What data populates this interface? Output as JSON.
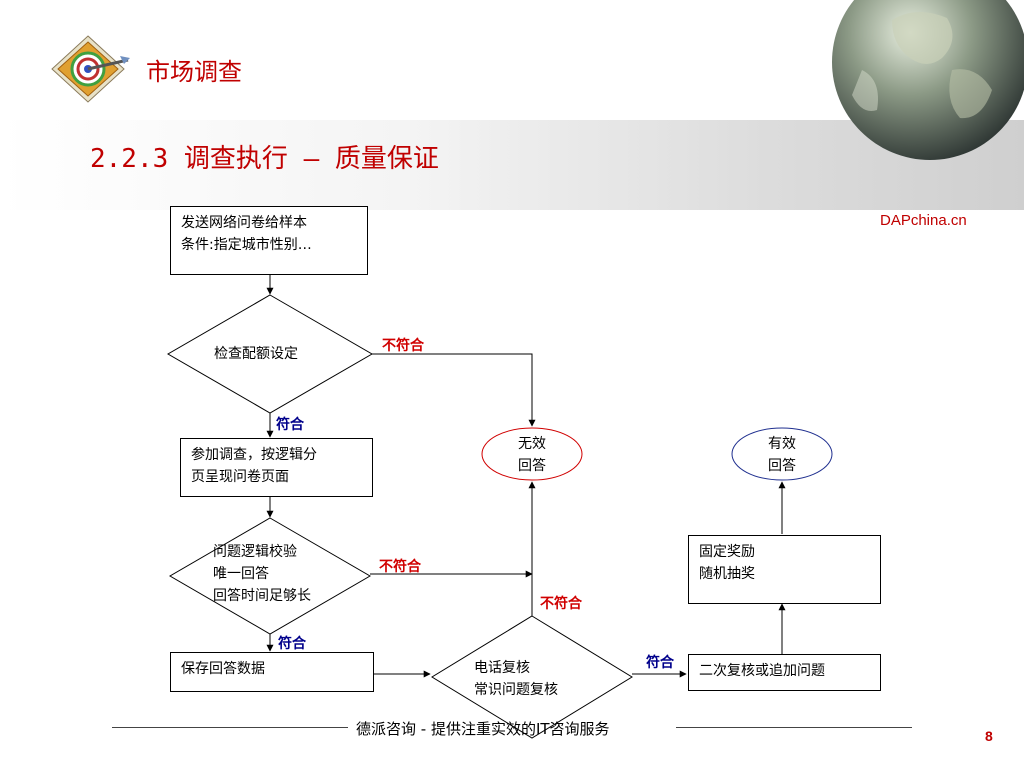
{
  "header": {
    "title": "市场调查"
  },
  "section_title": "2.2.3 调查执行 – 质量保证",
  "brand": "DAPchina.cn",
  "flowchart": {
    "send_survey": "发送网络问卷给样本\n条件:指定城市性别…",
    "check_quota": "检查配额设定",
    "participate": "参加调查，按逻辑分\n页呈现问卷页面",
    "logic_check": "问题逻辑校验\n唯一回答\n回答时间足够长",
    "save_data": "保存回答数据",
    "phone_review": "电话复核\n常识问题复核",
    "second_review": "二次复核或追加问题",
    "reward": "固定奖励\n随机抽奖",
    "invalid": "无效\n回答",
    "valid": "有效\n回答",
    "label_fail": "不符合",
    "label_pass": "符合"
  },
  "footer": {
    "text": "德派咨询 - 提供注重实效的IT咨询服务",
    "page": "8"
  },
  "colors": {
    "accent": "#c00000",
    "pass": "#00008b",
    "fail": "#d00000"
  }
}
